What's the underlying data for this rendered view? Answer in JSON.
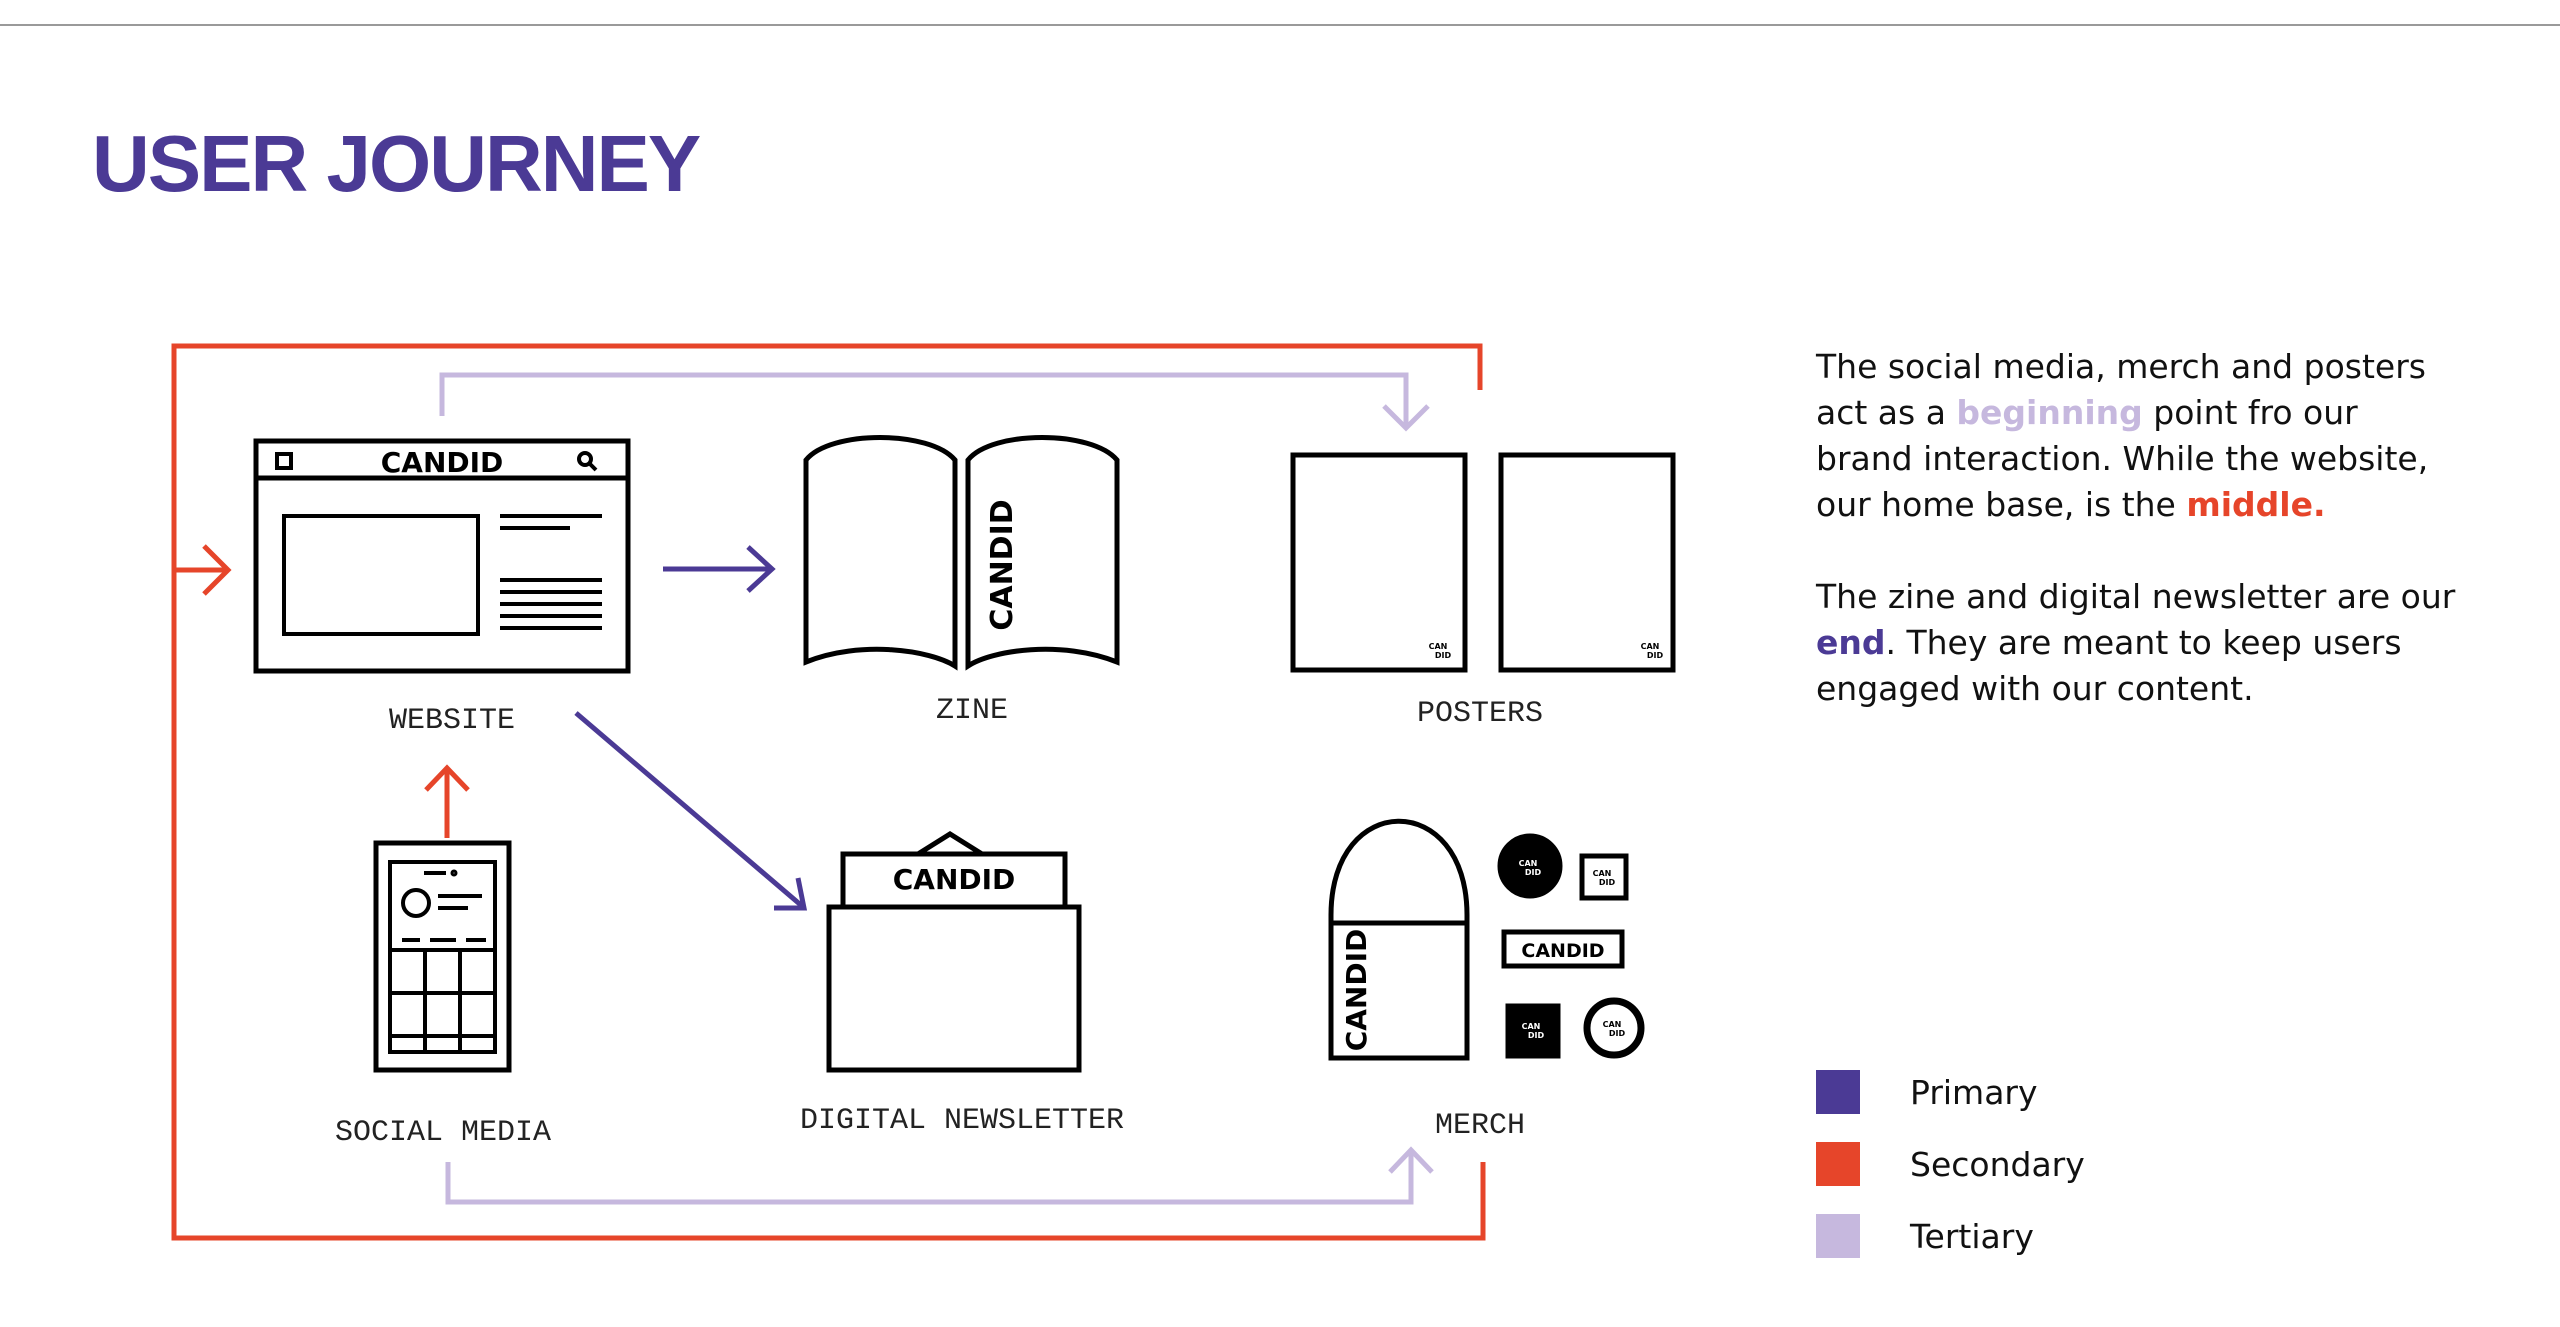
{
  "title": "USER JOURNEY",
  "colors": {
    "primary": "#4b3a95",
    "secondary": "#e6452a",
    "tertiary": "#c6b8de"
  },
  "nodes": {
    "website": {
      "label": "WEBSITE",
      "logo": "CANDID"
    },
    "zine": {
      "label": "ZINE",
      "logo": "CANDID"
    },
    "posters": {
      "label": "POSTERS",
      "logo_line1": "CAN",
      "logo_line2": "DID"
    },
    "social_media": {
      "label": "SOCIAL MEDIA"
    },
    "digital_newsletter": {
      "label": "DIGITAL NEWSLETTER",
      "logo": "CANDID"
    },
    "merch": {
      "label": "MERCH",
      "logo": "CANDID",
      "sticker_line1": "CAN",
      "sticker_line2": "DID"
    }
  },
  "description": {
    "p1_before": "The social media, merch and posters act as a ",
    "p1_kw1": "beginning",
    "p1_middle": " point fro our brand interaction. While the website, our home base, is the ",
    "p1_kw2": "middle.",
    "p2_before": "The zine and digital newsletter are our ",
    "p2_kw": "end",
    "p2_after": ". They are meant to keep users engaged with our content."
  },
  "legend": [
    {
      "label": "Primary",
      "color": "#4b3a95"
    },
    {
      "label": "Secondary",
      "color": "#e6452a"
    },
    {
      "label": "Tertiary",
      "color": "#c6b8de"
    }
  ]
}
